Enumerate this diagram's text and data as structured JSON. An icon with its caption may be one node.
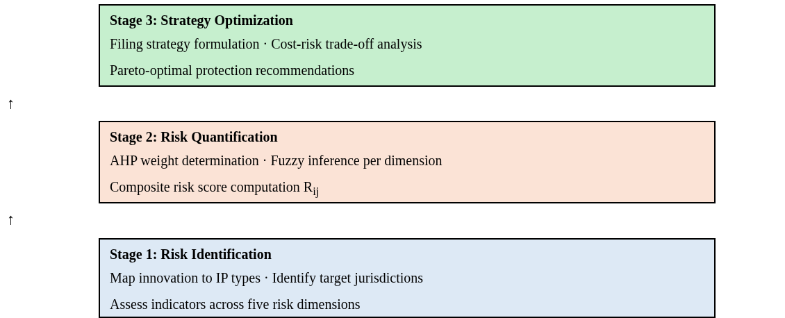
{
  "diagram": {
    "nodes": [
      {
        "text": [
          "Stage 3: Strategy Optimization",
          "Filing strategy formulation · Cost-risk trade-off analysis",
          "Pareto-optimal protection recommendations"
        ]
      },
      {
        "text": [
          "Stage 2: Risk Quantification",
          "AHP weight determination · Fuzzy inference per dimension",
          "Composite risk score computation R$_{ij}$"
        ]
      },
      {
        "text": [
          "Stage 1: Risk Identification",
          "Map innovation to IP types · Identify target jurisdictions",
          "Assess indicators across five risk dimensions"
        ]
      }
    ],
    "labels": [
      "↑",
      "↑"
    ]
  }
}
